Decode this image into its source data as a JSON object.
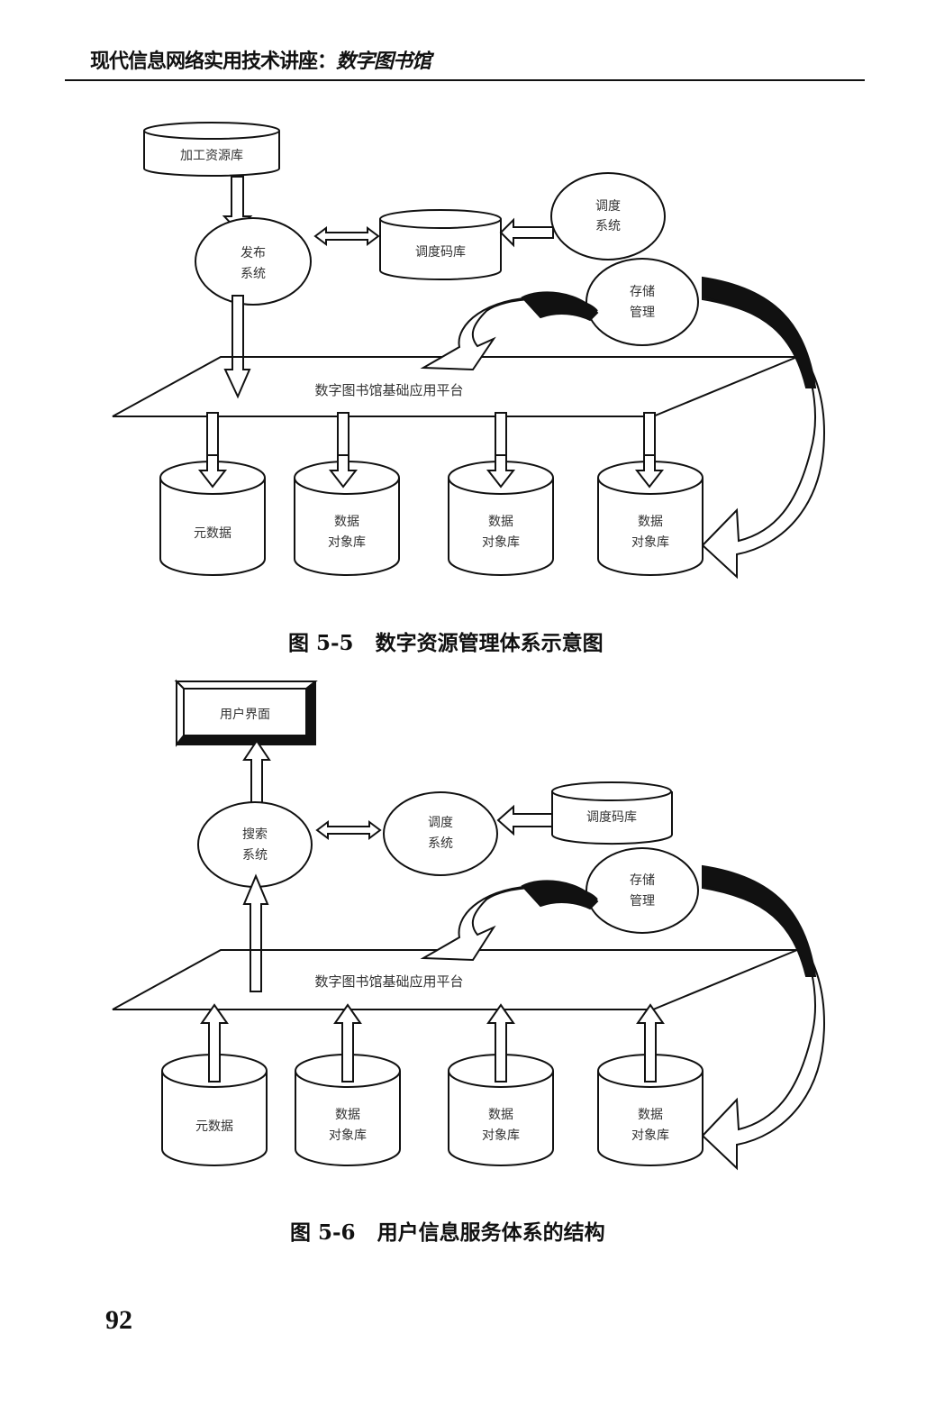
{
  "header": {
    "book_title": "现代信息网络实用技术讲座：",
    "book_subtitle": "数字图书馆"
  },
  "figure_5_5": {
    "caption": "图 5-5   数字资源管理体系示意图",
    "nodes": {
      "processing_repo": "加工资源库",
      "publish_system": [
        "发布",
        "系统"
      ],
      "schedule_code_repo": "调度码库",
      "schedule_system": [
        "调度",
        "系统"
      ],
      "storage_mgmt": [
        "存储",
        "管理"
      ],
      "platform": "数字图书馆基础应用平台",
      "databases": [
        {
          "lines": [
            "元数据"
          ]
        },
        {
          "lines": [
            "数据",
            "对象库"
          ]
        },
        {
          "lines": [
            "数据",
            "对象库"
          ]
        },
        {
          "lines": [
            "数据",
            "对象库"
          ]
        }
      ]
    }
  },
  "figure_5_6": {
    "caption": "图 5-6   用户信息服务体系的结构",
    "nodes": {
      "user_interface": "用户界面",
      "search_system": [
        "搜索",
        "系统"
      ],
      "schedule_system": [
        "调度",
        "系统"
      ],
      "schedule_code_repo": "调度码库",
      "storage_mgmt": [
        "存储",
        "管理"
      ],
      "platform": "数字图书馆基础应用平台",
      "databases": [
        {
          "lines": [
            "元数据"
          ]
        },
        {
          "lines": [
            "数据",
            "对象库"
          ]
        },
        {
          "lines": [
            "数据",
            "对象库"
          ]
        },
        {
          "lines": [
            "数据",
            "对象库"
          ]
        }
      ]
    }
  },
  "page_number": "92"
}
